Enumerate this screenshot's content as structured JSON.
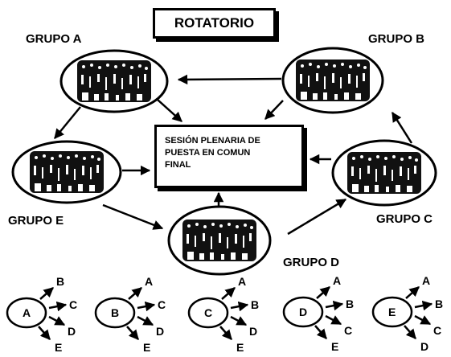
{
  "title": "ROTATORIO",
  "center": {
    "line1": "SESIÓN PLENARIA DE",
    "line2": "PUESTA EN COMUN",
    "line3": "FINAL"
  },
  "groups": {
    "a": "GRUPO A",
    "b": "GRUPO B",
    "c": "GRUPO C",
    "d": "GRUPO D",
    "e": "GRUPO E"
  },
  "schemes": [
    {
      "node": "A",
      "targets": [
        "B",
        "C",
        "D",
        "E"
      ]
    },
    {
      "node": "B",
      "targets": [
        "A",
        "C",
        "D",
        "E"
      ]
    },
    {
      "node": "C",
      "targets": [
        "A",
        "B",
        "D",
        "E"
      ]
    },
    {
      "node": "D",
      "targets": [
        "A",
        "B",
        "C",
        "E"
      ]
    },
    {
      "node": "E",
      "targets": [
        "A",
        "B",
        "C",
        "D"
      ]
    }
  ]
}
